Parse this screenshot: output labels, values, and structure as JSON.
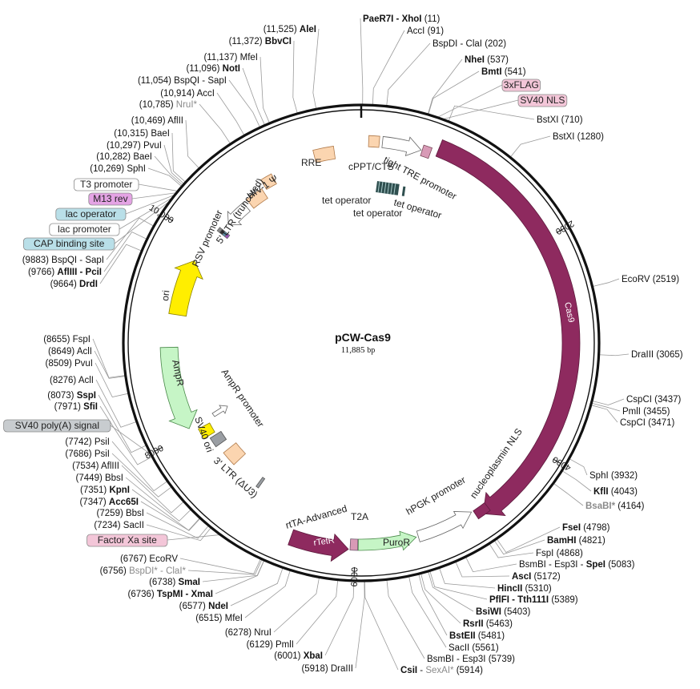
{
  "plasmid": {
    "name": "pCW-Cas9",
    "size_text": "11,885",
    "size_unit": "bp",
    "total_bp": 11885
  },
  "colors": {
    "cas9": "#8e2a5f",
    "rtetr": "#8e2a5f",
    "yellow": "#ffee00",
    "green": "#c6f5c6",
    "peach": "#fbd5b0",
    "gray_feature": "#9a9ea3",
    "pink_box": "#f3c6d8",
    "purple_box": "#e4a3e4",
    "blue_box": "#b9dfe8",
    "gray_box": "#c8cccf"
  },
  "position_ticks": [
    {
      "bp": 2000,
      "text": "2000"
    },
    {
      "bp": 4000,
      "text": "4000"
    },
    {
      "bp": 6000,
      "text": "6000"
    },
    {
      "bp": 8000,
      "text": "8000"
    },
    {
      "bp": 10000,
      "text": "10,000"
    }
  ],
  "sites": [
    {
      "bp": 11,
      "parts": [
        {
          "t": "PaeR7I - XhoI",
          "s": "b"
        }
      ],
      "pos": "(11)"
    },
    {
      "bp": 91,
      "parts": [
        {
          "t": "AccI",
          "s": ""
        }
      ],
      "pos": "(91)"
    },
    {
      "bp": 202,
      "parts": [
        {
          "t": "BspDI - ClaI",
          "s": ""
        }
      ],
      "pos": "(202)"
    },
    {
      "bp": 537,
      "parts": [
        {
          "t": "NheI",
          "s": "b"
        }
      ],
      "pos": "(537)"
    },
    {
      "bp": 541,
      "parts": [
        {
          "t": "BmtI",
          "s": "b"
        }
      ],
      "pos": "(541)"
    },
    {
      "bp": 710,
      "parts": [
        {
          "t": "BstXI",
          "s": ""
        }
      ],
      "pos": "(710)"
    },
    {
      "bp": 1280,
      "parts": [
        {
          "t": "BstXI",
          "s": ""
        }
      ],
      "pos": "(1280)"
    },
    {
      "bp": 2519,
      "parts": [
        {
          "t": "EcoRV",
          "s": ""
        }
      ],
      "pos": "(2519)"
    },
    {
      "bp": 3065,
      "parts": [
        {
          "t": "DraIII",
          "s": ""
        }
      ],
      "pos": "(3065)"
    },
    {
      "bp": 3437,
      "parts": [
        {
          "t": "CspCI",
          "s": ""
        }
      ],
      "pos": "(3437)"
    },
    {
      "bp": 3455,
      "parts": [
        {
          "t": "PmlI",
          "s": ""
        }
      ],
      "pos": "(3455)"
    },
    {
      "bp": 3471,
      "parts": [
        {
          "t": "CspCI",
          "s": ""
        }
      ],
      "pos": "(3471)"
    },
    {
      "bp": 3932,
      "parts": [
        {
          "t": "SphI",
          "s": ""
        }
      ],
      "pos": "(3932)"
    },
    {
      "bp": 4043,
      "parts": [
        {
          "t": "KflI",
          "s": "b"
        }
      ],
      "pos": "(4043)"
    },
    {
      "bp": 4164,
      "parts": [
        {
          "t": "BsaBI*",
          "s": "bg"
        }
      ],
      "pos": "(4164)"
    },
    {
      "bp": 4798,
      "parts": [
        {
          "t": "FseI",
          "s": "b"
        }
      ],
      "pos": "(4798)"
    },
    {
      "bp": 4821,
      "parts": [
        {
          "t": "BamHI",
          "s": "b"
        }
      ],
      "pos": "(4821)"
    },
    {
      "bp": 4868,
      "parts": [
        {
          "t": "FspI",
          "s": ""
        }
      ],
      "pos": "(4868)"
    },
    {
      "bp": 5083,
      "parts": [
        {
          "t": "BsmBI - Esp3I - ",
          "s": ""
        },
        {
          "t": "SpeI",
          "s": "b"
        }
      ],
      "pos": "(5083)"
    },
    {
      "bp": 5172,
      "parts": [
        {
          "t": "AscI",
          "s": "b"
        }
      ],
      "pos": "(5172)"
    },
    {
      "bp": 5310,
      "parts": [
        {
          "t": "HincII",
          "s": "b"
        }
      ],
      "pos": "(5310)"
    },
    {
      "bp": 5389,
      "parts": [
        {
          "t": "PflFI - Tth111I",
          "s": "b"
        }
      ],
      "pos": "(5389)"
    },
    {
      "bp": 5403,
      "parts": [
        {
          "t": "BsiWI",
          "s": "b"
        }
      ],
      "pos": "(5403)"
    },
    {
      "bp": 5463,
      "parts": [
        {
          "t": "RsrII",
          "s": "b"
        }
      ],
      "pos": "(5463)"
    },
    {
      "bp": 5481,
      "parts": [
        {
          "t": "BstEII",
          "s": "b"
        }
      ],
      "pos": "(5481)"
    },
    {
      "bp": 5561,
      "parts": [
        {
          "t": "SacII",
          "s": ""
        }
      ],
      "pos": "(5561)"
    },
    {
      "bp": 5739,
      "parts": [
        {
          "t": "BsmBI - Esp3I",
          "s": ""
        }
      ],
      "pos": "(5739)"
    },
    {
      "bp": 5914,
      "parts": [
        {
          "t": "CsiI",
          "s": "b"
        },
        {
          "t": " - ",
          "s": ""
        },
        {
          "t": "SexAI*",
          "s": "g"
        }
      ],
      "pos": "(5914)"
    },
    {
      "bp": 5918,
      "parts": [
        {
          "t": "DraIII",
          "s": ""
        }
      ],
      "pos": "(5918)"
    },
    {
      "bp": 6001,
      "parts": [
        {
          "t": "XbaI",
          "s": "b"
        }
      ],
      "pos": "(6001)"
    },
    {
      "bp": 6129,
      "parts": [
        {
          "t": "PmlI",
          "s": ""
        }
      ],
      "pos": "(6129)"
    },
    {
      "bp": 6278,
      "parts": [
        {
          "t": "NruI",
          "s": ""
        }
      ],
      "pos": "(6278)"
    },
    {
      "bp": 6515,
      "parts": [
        {
          "t": "MfeI",
          "s": ""
        }
      ],
      "pos": "(6515)"
    },
    {
      "bp": 6577,
      "parts": [
        {
          "t": "NdeI",
          "s": "b"
        }
      ],
      "pos": "(6577)"
    },
    {
      "bp": 6736,
      "parts": [
        {
          "t": "TspMI - XmaI",
          "s": "b"
        }
      ],
      "pos": "(6736)"
    },
    {
      "bp": 6738,
      "parts": [
        {
          "t": "SmaI",
          "s": "b"
        }
      ],
      "pos": "(6738)"
    },
    {
      "bp": 6756,
      "parts": [
        {
          "t": "BspDI* - ClaI*",
          "s": "g"
        }
      ],
      "pos": "(6756)"
    },
    {
      "bp": 6767,
      "parts": [
        {
          "t": "EcoRV",
          "s": ""
        }
      ],
      "pos": "(6767)"
    },
    {
      "bp": 7234,
      "parts": [
        {
          "t": "SacII",
          "s": ""
        }
      ],
      "pos": "(7234)"
    },
    {
      "bp": 7259,
      "parts": [
        {
          "t": "BbsI",
          "s": ""
        }
      ],
      "pos": "(7259)"
    },
    {
      "bp": 7347,
      "parts": [
        {
          "t": "Acc65I",
          "s": "b"
        }
      ],
      "pos": "(7347)"
    },
    {
      "bp": 7351,
      "parts": [
        {
          "t": "KpnI",
          "s": "b"
        }
      ],
      "pos": "(7351)"
    },
    {
      "bp": 7449,
      "parts": [
        {
          "t": "BbsI",
          "s": ""
        }
      ],
      "pos": "(7449)"
    },
    {
      "bp": 7534,
      "parts": [
        {
          "t": "AflIII",
          "s": ""
        }
      ],
      "pos": "(7534)"
    },
    {
      "bp": 7686,
      "parts": [
        {
          "t": "PsiI",
          "s": ""
        }
      ],
      "pos": "(7686)"
    },
    {
      "bp": 7742,
      "parts": [
        {
          "t": "PsiI",
          "s": ""
        }
      ],
      "pos": "(7742)"
    },
    {
      "bp": 7971,
      "parts": [
        {
          "t": "SfiI",
          "s": "b"
        }
      ],
      "pos": "(7971)"
    },
    {
      "bp": 8073,
      "parts": [
        {
          "t": "SspI",
          "s": "b"
        }
      ],
      "pos": "(8073)"
    },
    {
      "bp": 8276,
      "parts": [
        {
          "t": "AclI",
          "s": ""
        }
      ],
      "pos": "(8276)"
    },
    {
      "bp": 8509,
      "parts": [
        {
          "t": "PvuI",
          "s": ""
        }
      ],
      "pos": "(8509)"
    },
    {
      "bp": 8649,
      "parts": [
        {
          "t": "AclI",
          "s": ""
        }
      ],
      "pos": "(8649)"
    },
    {
      "bp": 8655,
      "parts": [
        {
          "t": "FspI",
          "s": ""
        }
      ],
      "pos": "(8655)"
    },
    {
      "bp": 9664,
      "parts": [
        {
          "t": "DrdI",
          "s": "b"
        }
      ],
      "pos": "(9664)"
    },
    {
      "bp": 9766,
      "parts": [
        {
          "t": "AflIII - PciI",
          "s": "b"
        }
      ],
      "pos": "(9766)"
    },
    {
      "bp": 9883,
      "parts": [
        {
          "t": "BspQI - SapI",
          "s": ""
        }
      ],
      "pos": "(9883)"
    },
    {
      "bp": 10269,
      "parts": [
        {
          "t": "SphI",
          "s": ""
        }
      ],
      "pos": "(10,269)"
    },
    {
      "bp": 10282,
      "parts": [
        {
          "t": "BaeI",
          "s": ""
        }
      ],
      "pos": "(10,282)"
    },
    {
      "bp": 10297,
      "parts": [
        {
          "t": "PvuI",
          "s": ""
        }
      ],
      "pos": "(10,297)"
    },
    {
      "bp": 10315,
      "parts": [
        {
          "t": "BaeI",
          "s": ""
        }
      ],
      "pos": "(10,315)"
    },
    {
      "bp": 10469,
      "parts": [
        {
          "t": "AflII",
          "s": ""
        }
      ],
      "pos": "(10,469)"
    },
    {
      "bp": 10785,
      "parts": [
        {
          "t": "NruI*",
          "s": "g"
        }
      ],
      "pos": "(10,785)"
    },
    {
      "bp": 10914,
      "parts": [
        {
          "t": "AccI",
          "s": ""
        }
      ],
      "pos": "(10,914)"
    },
    {
      "bp": 11054,
      "parts": [
        {
          "t": "BspQI - SapI",
          "s": ""
        }
      ],
      "pos": "(11,054)"
    },
    {
      "bp": 11096,
      "parts": [
        {
          "t": "NotI",
          "s": "b"
        }
      ],
      "pos": "(11,096)"
    },
    {
      "bp": 11137,
      "parts": [
        {
          "t": "MfeI",
          "s": ""
        }
      ],
      "pos": "(11,137)"
    },
    {
      "bp": 11372,
      "parts": [
        {
          "t": "BbvCI",
          "s": "b"
        }
      ],
      "pos": "(11,372)"
    },
    {
      "bp": 11525,
      "parts": [
        {
          "t": "AleI",
          "s": "b"
        }
      ],
      "pos": "(11,525)"
    }
  ],
  "boxed_labels": [
    {
      "text": "3xFLAG",
      "bp": 615,
      "color": "pink_box"
    },
    {
      "text": "SV40 NLS",
      "bp": 660,
      "color": "pink_box"
    },
    {
      "text": "T3 promoter",
      "bp": 10222,
      "color": "white"
    },
    {
      "text": "M13 rev",
      "bp": 10205,
      "color": "purple_box"
    },
    {
      "text": "lac operator",
      "bp": 10185,
      "color": "blue_box"
    },
    {
      "text": "lac promoter",
      "bp": 10160,
      "color": "white"
    },
    {
      "text": "CAP binding site",
      "bp": 10130,
      "color": "blue_box"
    },
    {
      "text": "SV40 poly(A) signal",
      "bp": 7990,
      "color": "gray_box"
    },
    {
      "text": "Factor Xa site",
      "bp": 7140,
      "color": "pink_box"
    }
  ],
  "features": [
    {
      "name": "Cas9",
      "label_inside": true,
      "label_outside": false
    },
    {
      "name": "nucleoplasmin NLS",
      "label_inside": false,
      "label_outside": true
    },
    {
      "name": "hPGK promoter",
      "label_inside": false,
      "label_outside": true
    },
    {
      "name": "PuroR",
      "label_inside": true,
      "label_outside": false
    },
    {
      "name": "T2A",
      "label_inside": false,
      "label_outside": true
    },
    {
      "name": "rTetR",
      "label_inside": true,
      "label_outside": false
    },
    {
      "name": "rtTA-Advanced",
      "label_inside": false,
      "label_outside": true
    },
    {
      "name": "tight TRE promoter",
      "label_inside": false,
      "label_outside": true
    },
    {
      "name": "cPPT/CTS",
      "label_inside": false,
      "label_outside": true
    },
    {
      "name": "RRE",
      "label_inside": false,
      "label_outside": true
    },
    {
      "name": "HIV-1 Ψ",
      "label_inside": false,
      "label_outside": true
    },
    {
      "name": "5' LTR (truncated)",
      "label_inside": false,
      "label_outside": true
    },
    {
      "name": "RSV promoter",
      "label_inside": false,
      "label_outside": true
    },
    {
      "name": "ori",
      "label_inside": true,
      "label_outside": false
    },
    {
      "name": "AmpR",
      "label_inside": true,
      "label_outside": false
    },
    {
      "name": "AmpR promoter",
      "label_inside": false,
      "label_outside": true
    },
    {
      "name": "SV40 ori",
      "label_inside": false,
      "label_outside": true
    },
    {
      "name": "3' LTR (ΔU3)",
      "label_inside": false,
      "label_outside": true
    },
    {
      "name": "tet operator",
      "label_inside": false,
      "label_outside": true
    }
  ]
}
